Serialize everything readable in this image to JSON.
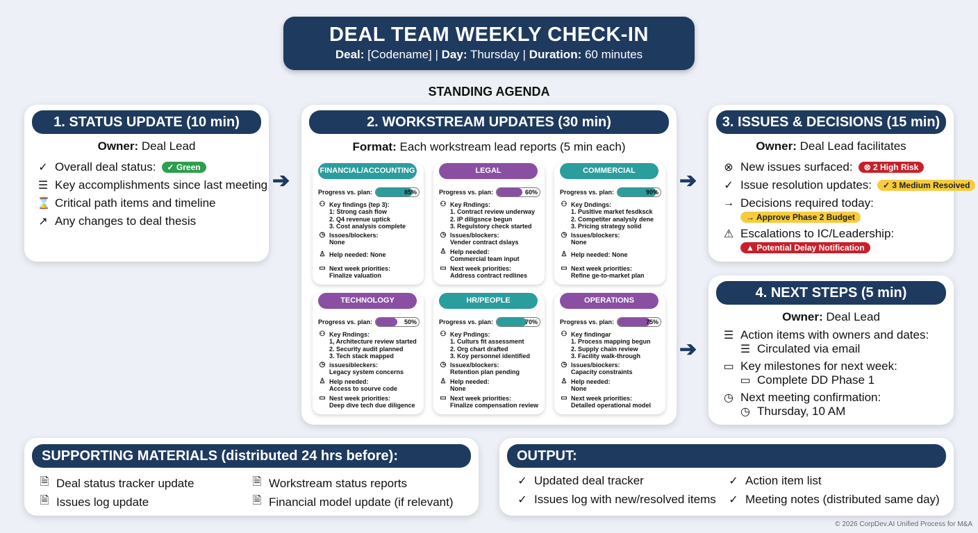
{
  "header": {
    "title": "DEAL TEAM WEEKLY CHECK-IN",
    "deal_label": "Deal:",
    "deal_value": "[Codename]",
    "day_label": "Day:",
    "day_value": "Thursday",
    "duration_label": "Duration:",
    "duration_value": "60 minutes"
  },
  "agenda_label": "STANDING AGENDA",
  "colors": {
    "navy": "#1e3a5f",
    "teal": "#2a9d9d",
    "purple": "#8a4fa3",
    "green": "#2e9e4f",
    "red": "#c8202a",
    "yellow": "#f6cc3e"
  },
  "status": {
    "title": "1. STATUS UPDATE (10 min)",
    "owner_label": "Owner:",
    "owner": "Deal Lead",
    "items": [
      {
        "icon": "check-circle-icon",
        "text": "Overall deal status:",
        "badge": "✓ Green"
      },
      {
        "icon": "list-icon",
        "text": "Key accomplishments since last meeting"
      },
      {
        "icon": "hourglass-icon",
        "text": "Critical path items and timeline"
      },
      {
        "icon": "trend-icon",
        "text": "Any changes to deal thesis"
      }
    ]
  },
  "workstream": {
    "title": "2. WORKSTREAM UPDATES (30 min)",
    "format_label": "Format:",
    "format": "Each workstream lead reports (5 min each)",
    "cards": [
      {
        "name": "FINANCIAL/ACCOUNTING",
        "color": "teal",
        "progress_label": "Progress vs. plan:",
        "progress": 85,
        "progress_text": "85%",
        "findings_label": "Key findings (tep 3):",
        "findings": [
          "1: Strong cash flow",
          "2. Q4 revenue uptick",
          "3. Cost analysis complete"
        ],
        "issues_label": "Issoes/blockers:",
        "issues": "None",
        "help_label": "Help needed: None",
        "help": "",
        "next_label": "Next week priorities:",
        "next": "Finalize valuation"
      },
      {
        "name": "LEGAL",
        "color": "purple",
        "progress_label": "Progress vs. plan:",
        "progress": 60,
        "progress_text": "60%",
        "findings_label": "Key Rndings:",
        "findings": [
          "1. Contract review underway",
          "2. IP diligsnce begun",
          "3. Regulstory check started"
        ],
        "issues_label": "Issues/blockers:",
        "issues": "Vender contract dslays",
        "help_label": "Help needed:",
        "help": "Commercial team input",
        "next_label": "Next week priorities:",
        "next": "Address contract redlines"
      },
      {
        "name": "COMMERCIAL",
        "color": "teal",
        "progress_label": "Progress vs. plan:",
        "progress": 90,
        "progress_text": "90%",
        "findings_label": "Key Dndings:",
        "findings": [
          "1. Pusltive market fesdksck",
          "2. Competiter analysly dene",
          "3. Pricing strategy solid"
        ],
        "issues_label": "Issues/blockers:",
        "issues": "None",
        "help_label": "Help needed: None",
        "help": "",
        "next_label": "Next week priorities:",
        "next": "Refine ge-to-market plan"
      },
      {
        "name": "TECHNOLOGY",
        "color": "purple",
        "progress_label": "Progress vs. plan:",
        "progress": 50,
        "progress_text": "50%",
        "findings_label": "Key Rndings:",
        "findings": [
          "1, Architecture review started",
          "2. Security audit planned",
          "3. Tech stack mapped"
        ],
        "issues_label": "issuesibleckers:",
        "issues": "Legacy system concerns",
        "help_label": "Help needed:",
        "help": "Access to sourve code",
        "next_label": "Nest week priorities:",
        "next": "Deep dive tech due diligence"
      },
      {
        "name": "HR/PEOPLE",
        "color": "teal",
        "progress_label": "Progress vs. plan:",
        "progress": 70,
        "progress_text": "70%",
        "findings_label": "Key Pndings:",
        "findings": [
          "1. Culturs fit assessment",
          "2. Org chart drafted",
          "3. Koy personnel identified"
        ],
        "issues_label": "Issuex/blockers:",
        "issues": "Retention plan pending",
        "help_label": "Help needed:",
        "help": "None",
        "next_label": "Next week priorities:",
        "next": "Finalize compensation review"
      },
      {
        "name": "OPERATIONS",
        "color": "purple",
        "progress_label": "Progress vs. plan:",
        "progress": 75,
        "progress_text": "75%",
        "findings_label": "Key findingar",
        "findings": [
          "1. Process mapping begun",
          "2. Supply chain review",
          "3. Facility walk-through"
        ],
        "issues_label": "Issues/biockers:",
        "issues": "Capacity constraints",
        "help_label": "Help needed:",
        "help": "None",
        "next_label": "Next week priorities:",
        "next": "Detalled operational model"
      }
    ]
  },
  "issues": {
    "title": "3. ISSUES & DECISIONS (15 min)",
    "owner_label": "Owner:",
    "owner": "Deal Lead facilitates",
    "items": [
      {
        "icon": "x-circle-icon",
        "text": "New issues surfaced:",
        "badge": "⊗ 2 High Risk",
        "badge_color": "red"
      },
      {
        "icon": "check-circle-icon",
        "text": "Issue resolution updates:",
        "badge": "✓ 3 Medium Resoived",
        "badge_color": "yellow"
      },
      {
        "icon": "arrow-right-icon",
        "text": "Decisions required today:",
        "badge": "→ Approve Phase 2 Budget",
        "badge_color": "yellow"
      },
      {
        "icon": "warning-icon",
        "text": "Escalations to IC/Leadership:",
        "badge": "▲ Potential Delay Notification",
        "badge_color": "red"
      }
    ]
  },
  "next_steps": {
    "title": "4. NEXT STEPS (5 min)",
    "owner_label": "Owner:",
    "owner": "Deal Lead",
    "items": [
      {
        "icon": "list-icon",
        "text": "Action items with owners and dates:",
        "sub": "Circulated via email",
        "sub_icon": "list-icon"
      },
      {
        "icon": "calendar-icon",
        "text": "Key milestones for next week:",
        "sub": "Complete DD Phase 1",
        "sub_icon": "calendar-icon"
      },
      {
        "icon": "clock-icon",
        "text": "Next meeting confirmation:",
        "sub": "Thursday, 10 AM",
        "sub_icon": "clock-icon"
      }
    ]
  },
  "materials": {
    "title": "SUPPORTING MATERIALS (distributed 24 hrs before):",
    "items": [
      "Deal status tracker update",
      "Workstream status reports",
      "Issues log update",
      "Financial model update (if relevant)"
    ]
  },
  "output": {
    "title": "OUTPUT:",
    "items": [
      "Updated deal tracker",
      "Action item list",
      "Issues log with new/resolved items",
      "Meeting notes (distributed same day)"
    ]
  },
  "footer": "© 2026 CorpDev.AI Unified Process for M&A"
}
